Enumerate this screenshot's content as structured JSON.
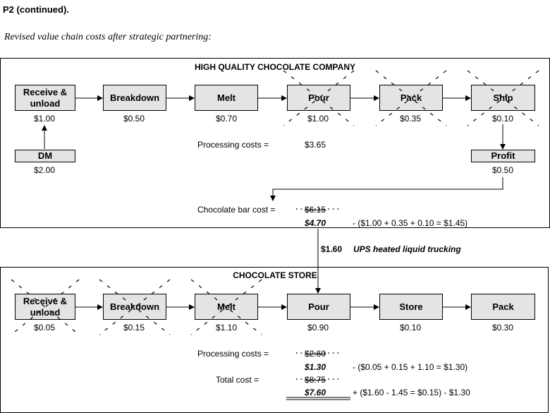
{
  "heading": "P2 (continued).",
  "subtitle": "Revised value chain costs after strategic partnering:",
  "company": {
    "title": "HIGH QUALITY CHOCOLATE COMPANY",
    "steps": [
      {
        "label": "Receive & unload",
        "cost": "$1.00"
      },
      {
        "label": "Breakdown",
        "cost": "$0.50"
      },
      {
        "label": "Melt",
        "cost": "$0.70"
      },
      {
        "label": "Pour",
        "cost": "$1.00",
        "removed": true
      },
      {
        "label": "Pack",
        "cost": "$0.35",
        "removed": true
      },
      {
        "label": "Ship",
        "cost": "$0.10",
        "removed": true
      }
    ],
    "dm": {
      "label": "DM",
      "cost": "$2.00"
    },
    "profit": {
      "label": "Profit",
      "cost": "$0.50"
    },
    "processing_label": "Processing costs =",
    "processing_value": "$3.65",
    "bar_cost_label": "Chocolate bar cost =",
    "bar_cost_old": "$6.15",
    "bar_cost_new": "$4.70",
    "bar_cost_note": "- ($1.00 + 0.35 + 0.10 = $1.45)"
  },
  "transfer": {
    "amount": "$1.60",
    "label": "UPS heated liquid trucking"
  },
  "store": {
    "title": "CHOCOLATE STORE",
    "steps": [
      {
        "label": "Receive & unload",
        "cost": "$0.05",
        "removed": true
      },
      {
        "label": "Breakdown",
        "cost": "$0.15",
        "removed": true
      },
      {
        "label": "Melt",
        "cost": "$1.10",
        "removed": true
      },
      {
        "label": "Pour",
        "cost": "$0.90"
      },
      {
        "label": "Store",
        "cost": "$0.10"
      },
      {
        "label": "Pack",
        "cost": "$0.30"
      }
    ],
    "processing_label": "Processing costs =",
    "processing_old": "$2.60",
    "processing_new": "$1.30",
    "processing_note": "- ($0.05 + 0.15 + 1.10 = $1.30)",
    "total_label": "Total cost =",
    "total_old": "$8.75",
    "total_new": "$7.60",
    "total_note": "+ ($1.60 - 1.45 = $0.15) - $1.30"
  }
}
